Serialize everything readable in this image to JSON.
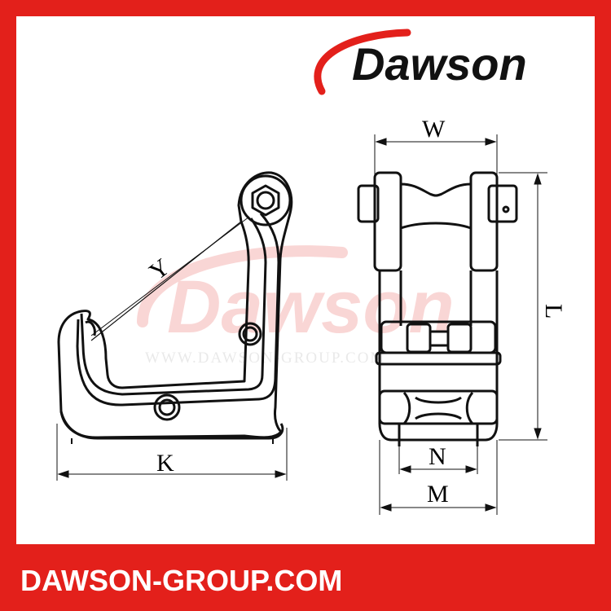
{
  "brand": {
    "name": "Dawson",
    "colors": {
      "red": "#e3201b",
      "black": "#111111"
    }
  },
  "watermark": {
    "name": "Dawson",
    "url": "WWW.DAWSON-GROUP.COM"
  },
  "dimensions": {
    "w": "W",
    "l": "L",
    "y": "Y",
    "k": "K",
    "n": "N",
    "m": "M"
  },
  "footer": {
    "url": "DAWSON-GROUP.COM"
  }
}
